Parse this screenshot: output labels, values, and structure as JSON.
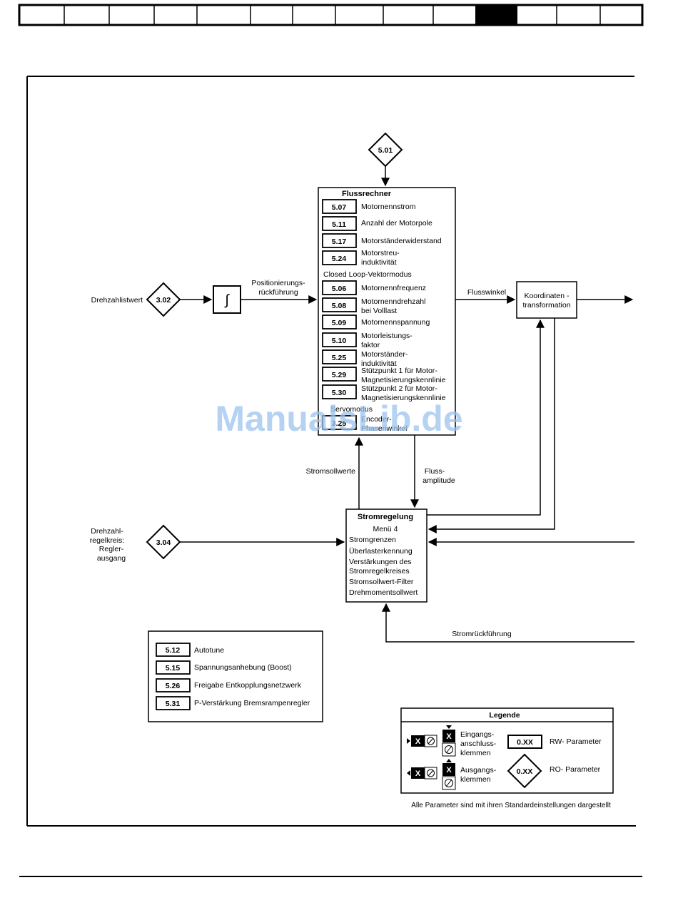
{
  "header_tabs": [
    "",
    "",
    "",
    "",
    "",
    "",
    "",
    "",
    "",
    "",
    "",
    "",
    "",
    ""
  ],
  "active_tab_index": 10,
  "colors": {
    "line": "#000000",
    "watermark": "#9cc3ee"
  },
  "top_param": "5.01",
  "flux_calc": {
    "title": "Flussrechner",
    "params": [
      {
        "id": "5.07",
        "label": [
          "Motornennstrom"
        ]
      },
      {
        "id": "5.11",
        "label": [
          "Anzahl der Motorpole"
        ]
      },
      {
        "id": "5.17",
        "label": [
          "Motorständerwiderstand"
        ]
      },
      {
        "id": "5.24",
        "label": [
          "Motorstreu-",
          "induktivität"
        ]
      }
    ],
    "section_cl": "Closed Loop-Vektormodus",
    "cl_params": [
      {
        "id": "5.06",
        "label": [
          "Motornennfrequenz"
        ]
      },
      {
        "id": "5.08",
        "label": [
          "Motornenndrehzahl",
          "bei Volllast"
        ]
      },
      {
        "id": "5.09",
        "label": [
          "Motornennspannung"
        ]
      },
      {
        "id": "5.10",
        "label": [
          "Motorleistungs-",
          "faktor"
        ]
      },
      {
        "id": "5.25",
        "label": [
          "Motorständer-",
          "induktivität"
        ]
      },
      {
        "id": "5.29",
        "label": [
          "Stützpunkt 1 für Motor-",
          "Magnetisierungskennlinie"
        ]
      },
      {
        "id": "5.30",
        "label": [
          "Stützpunkt 2 für Motor-",
          "Magnetisierungskennlinie"
        ]
      }
    ],
    "section_servo": "Servomodus",
    "servo_param": {
      "id": "3.25",
      "label": [
        "Encoder-",
        "Phasenwinkel"
      ]
    }
  },
  "speed_feedback": {
    "label": "Drehzahlistwert",
    "param": "3.02"
  },
  "integrator_symbol": "∫",
  "position_feedback": [
    "Positionierungs-",
    "rückführung"
  ],
  "flux_angle": "Flusswinkel",
  "coord_transform": [
    "Koordinaten -",
    "transformation"
  ],
  "current_setpoints": "Stromsollwerte",
  "flux_amplitude": [
    "Fluss-",
    "amplitude"
  ],
  "current_control": {
    "title": "Stromregelung",
    "items": [
      "Menü 4",
      "Stromgrenzen",
      "Überlasterkennung",
      "Verstärkungen des",
      "Stromregelkreises",
      "Stromsollwert-Filter",
      "Drehmomentsollwert"
    ]
  },
  "speed_loop_output": {
    "label": [
      "Drehzahl-",
      "regelkreis:",
      "Regler-",
      "ausgang"
    ],
    "param": "3.04"
  },
  "current_feedback": "Stromrückführung",
  "extra_params": [
    {
      "id": "5.12",
      "label": "Autotune"
    },
    {
      "id": "5.15",
      "label": "Spannungsanhebung (Boost)"
    },
    {
      "id": "5.26",
      "label": "Freigabe Entkopplungsnetzwerk"
    },
    {
      "id": "5.31",
      "label": "P-Verstärkung Bremsrampenregler"
    }
  ],
  "legend": {
    "title": "Legende",
    "x_symbol": "X",
    "input_terminals": [
      "Eingangs-",
      "anschluss-",
      "klemmen"
    ],
    "output_terminals": [
      "Ausgangs-",
      "klemmen"
    ],
    "rw_symbol": "0.XX",
    "rw_label": "RW- Parameter",
    "ro_symbol": "0.XX",
    "ro_label": "RO- Parameter"
  },
  "footnote": "Alle Parameter sind mit ihren Standardeinstellungen dargestellt",
  "watermark": "ManualsLib.de"
}
